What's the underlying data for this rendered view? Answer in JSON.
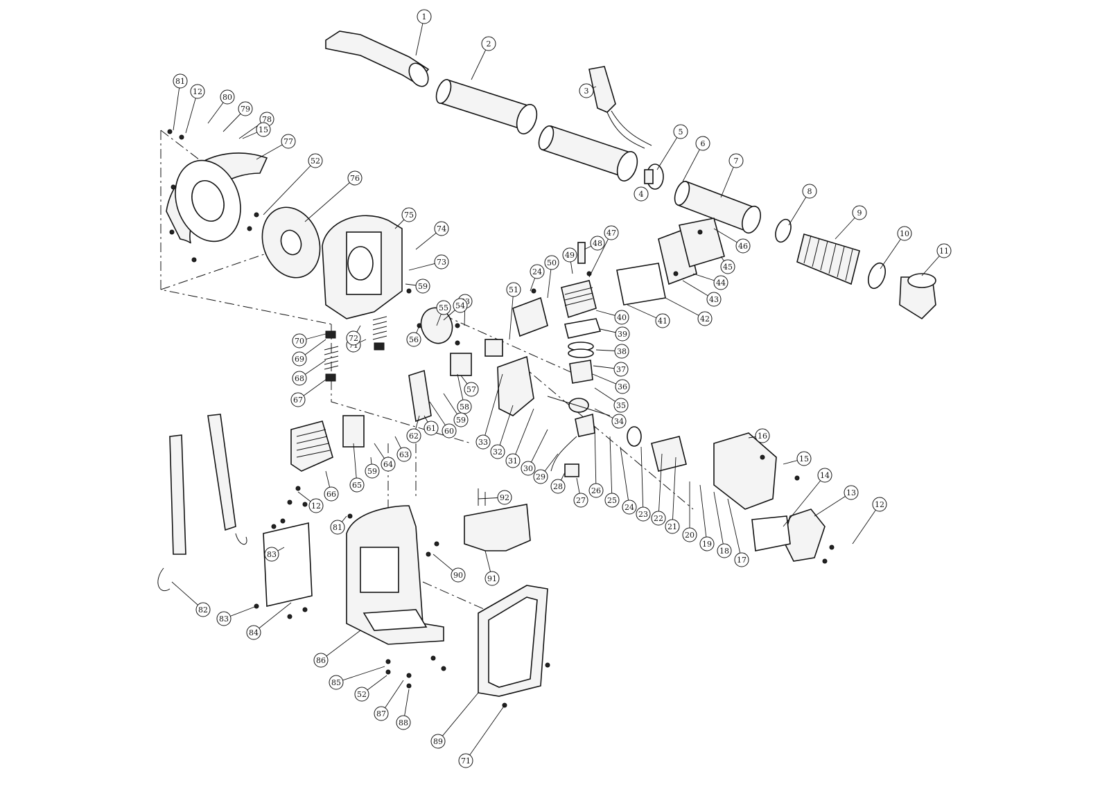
{
  "callouts": [
    {
      "label": "1"
    },
    {
      "label": "2"
    },
    {
      "label": "3"
    },
    {
      "label": "4"
    },
    {
      "label": "5"
    },
    {
      "label": "6"
    },
    {
      "label": "7"
    },
    {
      "label": "8"
    },
    {
      "label": "9"
    },
    {
      "label": "10"
    },
    {
      "label": "11"
    },
    {
      "label": "12"
    },
    {
      "label": "13"
    },
    {
      "label": "14"
    },
    {
      "label": "15"
    },
    {
      "label": "16"
    },
    {
      "label": "17"
    },
    {
      "label": "18"
    },
    {
      "label": "19"
    },
    {
      "label": "20"
    },
    {
      "label": "21"
    },
    {
      "label": "22"
    },
    {
      "label": "23"
    },
    {
      "label": "24"
    },
    {
      "label": "25"
    },
    {
      "label": "26"
    },
    {
      "label": "27"
    },
    {
      "label": "28"
    },
    {
      "label": "29"
    },
    {
      "label": "30"
    },
    {
      "label": "31"
    },
    {
      "label": "32"
    },
    {
      "label": "33"
    },
    {
      "label": "34"
    },
    {
      "label": "35"
    },
    {
      "label": "36"
    },
    {
      "label": "37"
    },
    {
      "label": "38"
    },
    {
      "label": "39"
    },
    {
      "label": "40"
    },
    {
      "label": "41"
    },
    {
      "label": "42"
    },
    {
      "label": "43"
    },
    {
      "label": "44"
    },
    {
      "label": "45"
    },
    {
      "label": "46"
    },
    {
      "label": "47"
    },
    {
      "label": "48"
    },
    {
      "label": "49"
    },
    {
      "label": "50"
    },
    {
      "label": "51"
    },
    {
      "label": "52"
    },
    {
      "label": "53"
    },
    {
      "label": "54"
    },
    {
      "label": "55"
    },
    {
      "label": "56"
    },
    {
      "label": "57"
    },
    {
      "label": "58"
    },
    {
      "label": "59"
    },
    {
      "label": "59"
    },
    {
      "label": "59"
    },
    {
      "label": "60"
    },
    {
      "label": "61"
    },
    {
      "label": "62"
    },
    {
      "label": "63"
    },
    {
      "label": "64"
    },
    {
      "label": "65"
    },
    {
      "label": "66"
    },
    {
      "label": "12"
    },
    {
      "label": "67"
    },
    {
      "label": "68"
    },
    {
      "label": "69"
    },
    {
      "label": "70"
    },
    {
      "label": "71"
    },
    {
      "label": "72"
    },
    {
      "label": "73"
    },
    {
      "label": "74"
    },
    {
      "label": "75"
    },
    {
      "label": "76"
    },
    {
      "label": "77"
    },
    {
      "label": "78"
    },
    {
      "label": "79"
    },
    {
      "label": "80"
    },
    {
      "label": "12"
    },
    {
      "label": "81"
    },
    {
      "label": "15"
    },
    {
      "label": "24"
    },
    {
      "label": "81"
    },
    {
      "label": "82"
    },
    {
      "label": "83"
    },
    {
      "label": "84"
    },
    {
      "label": "85"
    },
    {
      "label": "52"
    },
    {
      "label": "86"
    },
    {
      "label": "87"
    },
    {
      "label": "88"
    },
    {
      "label": "89"
    },
    {
      "label": "71"
    },
    {
      "label": "90"
    },
    {
      "label": "91"
    },
    {
      "label": "92"
    },
    {
      "label": "83"
    }
  ]
}
